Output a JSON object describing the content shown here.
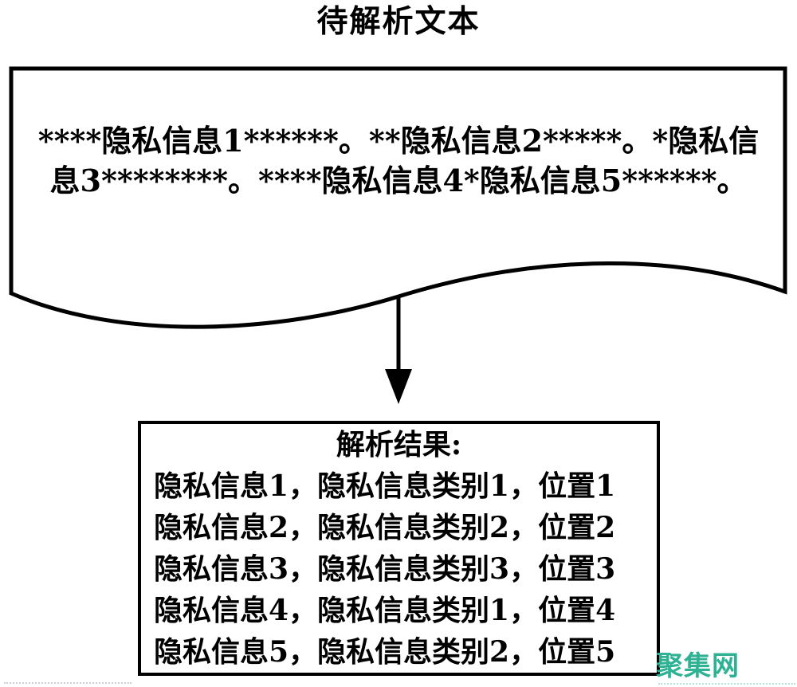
{
  "title": "待解析文本",
  "document": {
    "lines": [
      "****隐私信息1******。**隐私信息2*****。*隐私信",
      "息3********。****隐私信息4*隐私信息5******。"
    ],
    "full_text": "****隐私信息1******。**隐私信息2*****。*隐私信息3********。****隐私信息4*隐私信息5******。"
  },
  "result_box": {
    "title": "解析结果:",
    "rows": [
      "隐私信息1，隐私信息类别1，位置1",
      "隐私信息2，隐私信息类别2，位置2",
      "隐私信息3，隐私信息类别3，位置3",
      "隐私信息4，隐私信息类别1，位置4",
      "隐私信息5，隐私信息类别2，位置5"
    ]
  },
  "watermark": {
    "text": "聚集网",
    "color": "#2eb293"
  },
  "colors": {
    "stroke": "#000000",
    "background": "#ffffff"
  }
}
